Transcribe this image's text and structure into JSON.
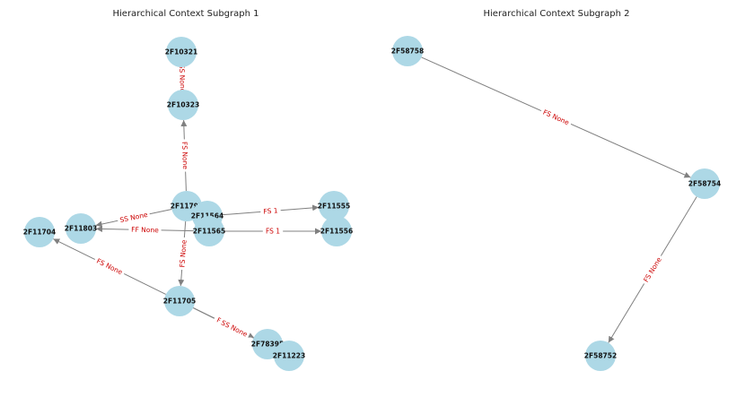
{
  "subgraphs": [
    {
      "title": "Hierarchical Context Subgraph 1",
      "nodes": [
        {
          "id": "2F10321",
          "label": "2F10321"
        },
        {
          "id": "2F10323",
          "label": "2F10323"
        },
        {
          "id": "2F11797",
          "label": "2F11797"
        },
        {
          "id": "2F11564",
          "label": "2F11564"
        },
        {
          "id": "2F11565",
          "label": "2F11565"
        },
        {
          "id": "2F11555",
          "label": "2F11555"
        },
        {
          "id": "2F11556",
          "label": "2F11556"
        },
        {
          "id": "2F11803",
          "label": "2F11803"
        },
        {
          "id": "2F11704",
          "label": "2F11704"
        },
        {
          "id": "2F11705",
          "label": "2F11705"
        },
        {
          "id": "2F78395",
          "label": "2F78395"
        },
        {
          "id": "2F11223",
          "label": "2F11223"
        }
      ],
      "edges": [
        {
          "from": "2F10321",
          "to": "2F10323",
          "label": "SS None"
        },
        {
          "from": "2F11797",
          "to": "2F10323",
          "label": "FS None"
        },
        {
          "from": "2F11564",
          "to": "2F11555",
          "label": "FS 1"
        },
        {
          "from": "2F11565",
          "to": "2F11556",
          "label": "FS 1"
        },
        {
          "from": "2F11797",
          "to": "2F11803",
          "label": "SS None"
        },
        {
          "from": "2F11565",
          "to": "2F11803",
          "label": "FF None"
        },
        {
          "from": "2F11797",
          "to": "2F11705",
          "label": "FS None"
        },
        {
          "from": "2F11705",
          "to": "2F11704",
          "label": "FS None"
        },
        {
          "from": "2F11705",
          "to": "2F78395",
          "label": "FF 5"
        },
        {
          "from": "2F11705",
          "to": "2F11223",
          "label": "SS None"
        }
      ]
    },
    {
      "title": "Hierarchical Context Subgraph 2",
      "nodes": [
        {
          "id": "2F58758",
          "label": "2F58758"
        },
        {
          "id": "2F58754",
          "label": "2F58754"
        },
        {
          "id": "2F58752",
          "label": "2F58752"
        }
      ],
      "edges": [
        {
          "from": "2F58758",
          "to": "2F58754",
          "label": "FS None"
        },
        {
          "from": "2F58754",
          "to": "2F58752",
          "label": "FS None"
        }
      ]
    }
  ],
  "colors": {
    "node_fill": "#add8e6",
    "edge_stroke": "#808080",
    "edge_label": "#cc0000",
    "text": "#111111"
  }
}
